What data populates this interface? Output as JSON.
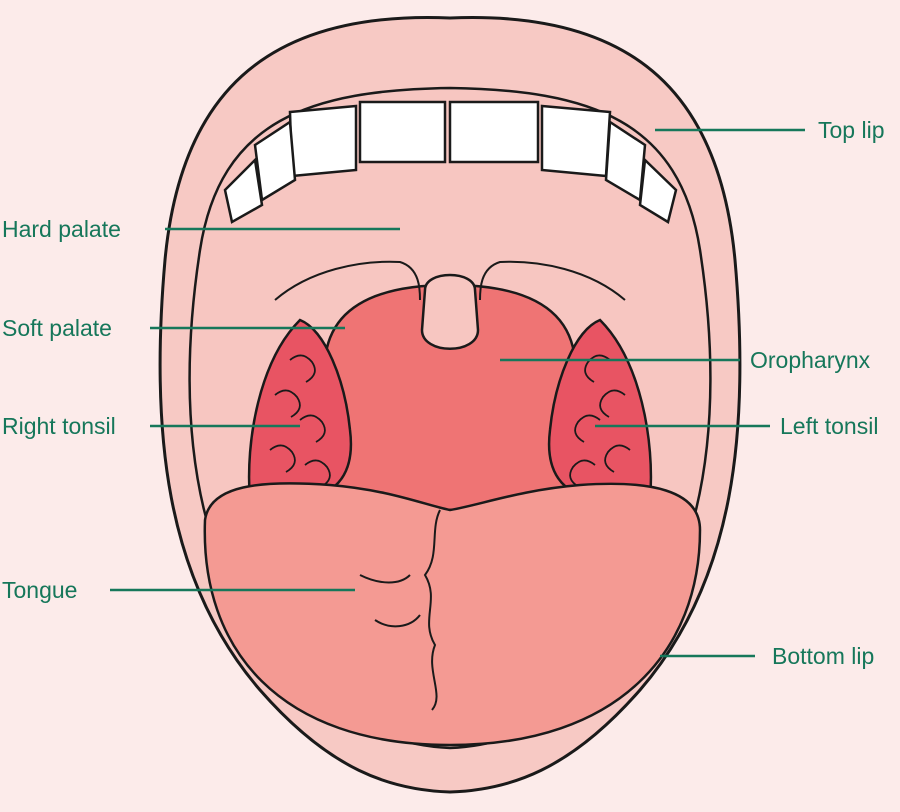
{
  "colors": {
    "background": "#fcebea",
    "outline": "#1a1a1a",
    "leader_line": "#16775a",
    "label_text": "#16775a",
    "lip": "#f7c9c4",
    "palate": "#f7c6c1",
    "pharynx": "#ef7474",
    "tonsil": "#e85463",
    "tongue": "#f49a93",
    "teeth": "#ffffff"
  },
  "labels": {
    "top_lip": "Top lip",
    "hard_palate": "Hard palate",
    "soft_palate": "Soft palate",
    "oropharynx": "Oropharynx",
    "right_tonsil": "Right tonsil",
    "left_tonsil": "Left tonsil",
    "tongue": "Tongue",
    "bottom_lip": "Bottom lip"
  }
}
